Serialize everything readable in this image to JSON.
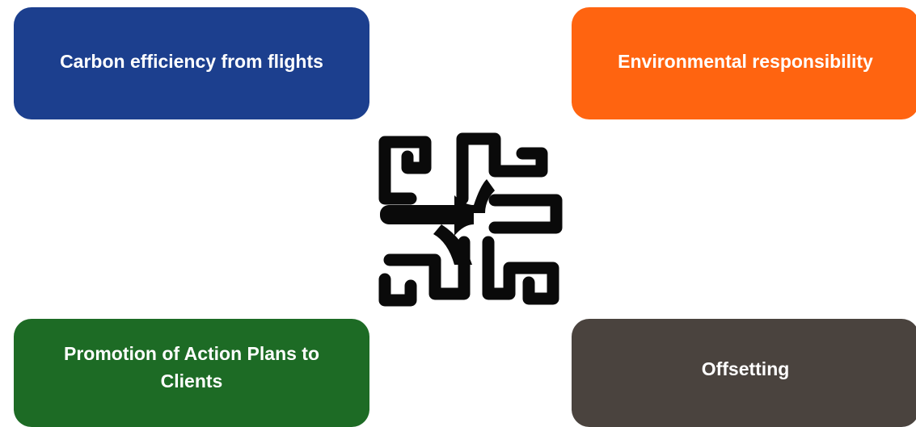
{
  "boxes": {
    "top_left": {
      "label": "Carbon efficiency from flights",
      "color": "#1c3f8e"
    },
    "top_right": {
      "label": "Environmental responsibility",
      "color": "#ff6410"
    },
    "bottom_left": {
      "label": "Promotion of Action Plans to Clients",
      "color": "#1d6b25"
    },
    "bottom_right": {
      "label": "Offsetting",
      "color": "#4a433e"
    }
  },
  "center_symbol": {
    "icon": "adinkra-symbol-icon",
    "color": "#0a0a0a"
  }
}
